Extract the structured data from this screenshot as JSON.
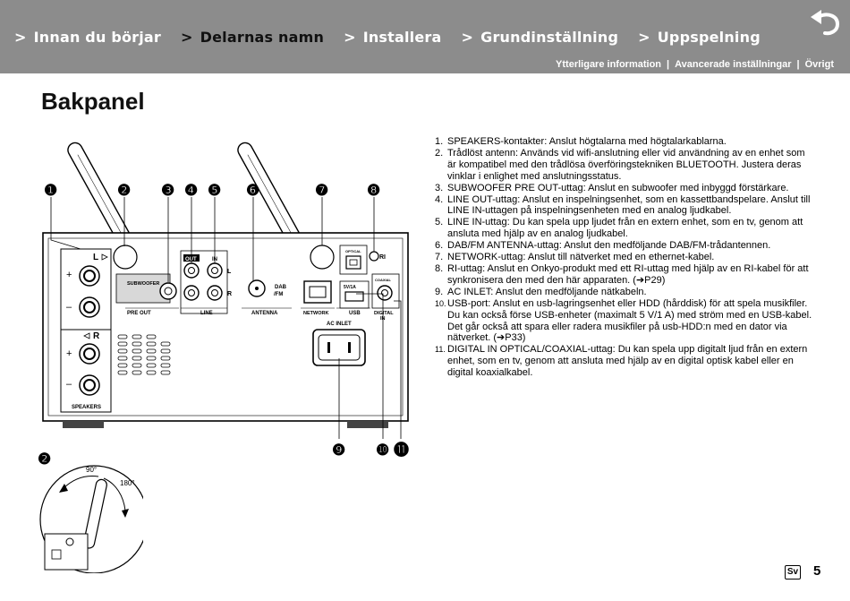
{
  "nav": {
    "items": [
      {
        "label": "Innan du börjar",
        "chevron": ">",
        "active": false
      },
      {
        "label": "Delarnas namn",
        "chevron": ">",
        "active": true
      },
      {
        "label": "Installera",
        "chevron": ">",
        "active": false
      },
      {
        "label": "Grundinställning",
        "chevron": ">",
        "active": false
      },
      {
        "label": "Uppspelning",
        "chevron": ">",
        "active": false
      }
    ],
    "sublinks": [
      "Ytterligare information",
      "Avancerade inställningar",
      "Övrigt"
    ],
    "separator": "|"
  },
  "page_title": "Bakpanel",
  "callouts": [
    "❶",
    "❷",
    "❸",
    "❹",
    "❺",
    "❻",
    "❼",
    "❽",
    "❾",
    "❿",
    "⓫"
  ],
  "panel_labels": {
    "subwoofer": "SUBWOOFER",
    "pre_out": "PRE OUT",
    "out": "OUT",
    "in": "IN",
    "line": "LINE",
    "l": "L",
    "r": "R",
    "dab": "DAB",
    "fm": "/FM",
    "antenna": "ANTENNA",
    "network": "NETWORK",
    "optical": "OPTICAL",
    "coaxial": "COAXIAL",
    "usb_rating": "5V/1A",
    "usb": "USB",
    "digital": "DIGITAL",
    "digital_in": "IN",
    "ac_inlet": "AC INLET",
    "speakers": "SPEAKERS",
    "spk_l": "L",
    "spk_r": "R",
    "plus": "+",
    "minus": "–",
    "ri": "RI",
    "angle_90": "90°",
    "angle_180": "180°"
  },
  "items": [
    {
      "num": "1.",
      "text": "SPEAKERS-kontakter: Anslut högtalarna med högtalarkablarna."
    },
    {
      "num": "2.",
      "text": "Trådlöst antenn: Används vid wifi-anslutning eller vid användning av en enhet som är kompatibel med den trådlösa överföringstekniken BLUETOOTH. Justera deras vinklar i enlighet med anslutningsstatus."
    },
    {
      "num": "3.",
      "text": "SUBWOOFER PRE OUT-uttag: Anslut en subwoofer med inbyggd förstärkare."
    },
    {
      "num": "4.",
      "text": "LINE OUT-uttag: Anslut en inspelningsenhet, som en kassettbandspelare. Anslut till LINE IN-uttagen på inspelningsenheten med en analog ljudkabel."
    },
    {
      "num": "5.",
      "text": "LINE IN-uttag: Du kan spela upp ljudet från en extern enhet, som en tv, genom att ansluta med hjälp av en analog ljudkabel."
    },
    {
      "num": "6.",
      "text": "DAB/FM ANTENNA-uttag: Anslut den medföljande DAB/FM-trådantennen."
    },
    {
      "num": "7.",
      "text": "NETWORK-uttag: Anslut till nätverket med en ethernet-kabel."
    },
    {
      "num": "8.",
      "text": "RI-uttag: Anslut en Onkyo-produkt med ett RI-uttag med hjälp av en RI-kabel för att synkronisera den med den här apparaten. (➔P29)"
    },
    {
      "num": "9.",
      "text": "AC INLET: Anslut den medföljande nätkabeln."
    },
    {
      "num": "10.",
      "text": "USB-port: Anslut en usb-lagringsenhet eller HDD (hårddisk) för att spela musikfiler. Du kan också förse USB-enheter (maximalt 5 V/1 A) med ström med en USB-kabel. Det går också att spara eller radera musikfiler på usb-HDD:n med en dator via nätverket. (➔P33)"
    },
    {
      "num": "11.",
      "text": "DIGITAL IN OPTICAL/COAXIAL-uttag: Du kan spela upp digitalt ljud från en extern enhet, som en tv, genom att ansluta med hjälp av en digital optisk kabel eller en digital koaxialkabel."
    }
  ],
  "footer": {
    "lang": "Sv",
    "page": "5"
  }
}
